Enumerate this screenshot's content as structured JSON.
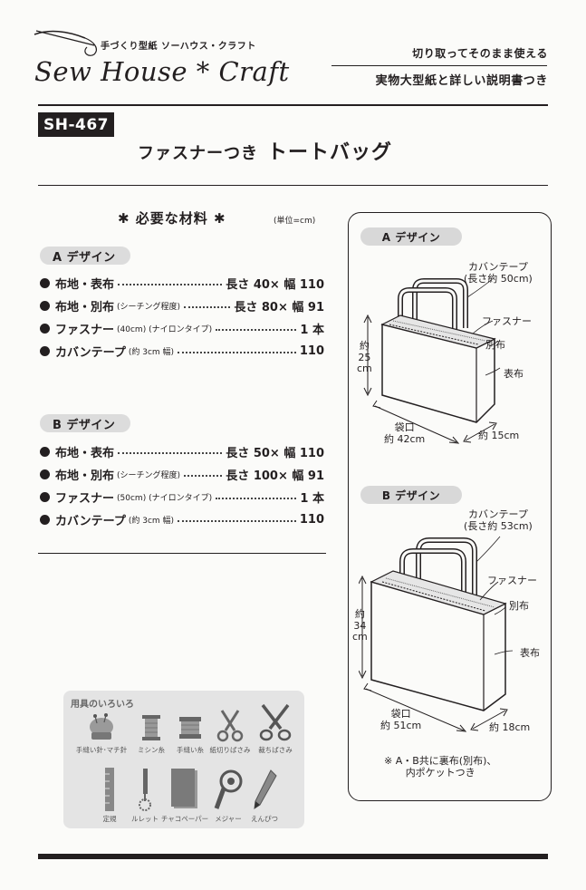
{
  "header": {
    "logo_subtitle": "手づくり型紙 ソーハウス・クラフト",
    "logo_main": "Sew House * Craft",
    "tagline_1": "切り取ってそのまま使える",
    "tagline_2": "実物大型紙と詳しい説明書つき"
  },
  "product": {
    "code": "SH-467",
    "title_small": "ファスナーつき",
    "title_main": "トートバッグ"
  },
  "materials": {
    "heading": "✱ 必要な材料 ✱",
    "unit_note": "(単位=cm)",
    "design_a": {
      "label": "A デザイン",
      "items": [
        {
          "name": "布地・表布",
          "note": "",
          "qty": "長さ 40× 幅 110"
        },
        {
          "name": "布地・別布",
          "note": "(シーチング程度)",
          "qty": "長さ 80× 幅 91"
        },
        {
          "name": "ファスナー",
          "note": "(40cm) (ナイロンタイプ)",
          "qty": "1 本"
        },
        {
          "name": "カバンテープ",
          "note": "(約 3cm 幅)",
          "qty": "110"
        }
      ]
    },
    "design_b": {
      "label": "B デザイン",
      "items": [
        {
          "name": "布地・表布",
          "note": "",
          "qty": "長さ 50× 幅 110"
        },
        {
          "name": "布地・別布",
          "note": "(シーチング程度)",
          "qty": "長さ 100× 幅 91"
        },
        {
          "name": "ファスナー",
          "note": "(50cm) (ナイロンタイプ)",
          "qty": "1 本"
        },
        {
          "name": "カバンテープ",
          "note": "(約 3cm 幅)",
          "qty": "110"
        }
      ]
    }
  },
  "tools": {
    "title": "用具のいろいろ",
    "items": [
      "手縫い針･マチ針",
      "ミシン糸",
      "手縫い糸",
      "紙切りばさみ",
      "裁ちばさみ",
      "定規",
      "ルレット",
      "チャコペーパー",
      "メジャー",
      "えんぴつ"
    ]
  },
  "diagram_a": {
    "label": "A デザイン",
    "strap": "カバンテープ",
    "strap_len": "(長さ約 50cm)",
    "zipper": "ファスナー",
    "lining": "別布",
    "outer": "表布",
    "height_1": "約",
    "height_2": "25",
    "height_3": "cm",
    "opening_1": "袋口",
    "opening_2": "約 42cm",
    "depth": "約 15cm"
  },
  "diagram_b": {
    "label": "B デザイン",
    "strap": "カバンテープ",
    "strap_len": "(長さ約 53cm)",
    "zipper": "ファスナー",
    "lining": "別布",
    "outer": "表布",
    "height_1": "約",
    "height_2": "34",
    "height_3": "cm",
    "opening_1": "袋口",
    "opening_2": "約 51cm",
    "depth": "約 18cm"
  },
  "note": {
    "line_1": "※ A・B共に裏布(別布)、",
    "line_2": "内ポケットつき"
  }
}
